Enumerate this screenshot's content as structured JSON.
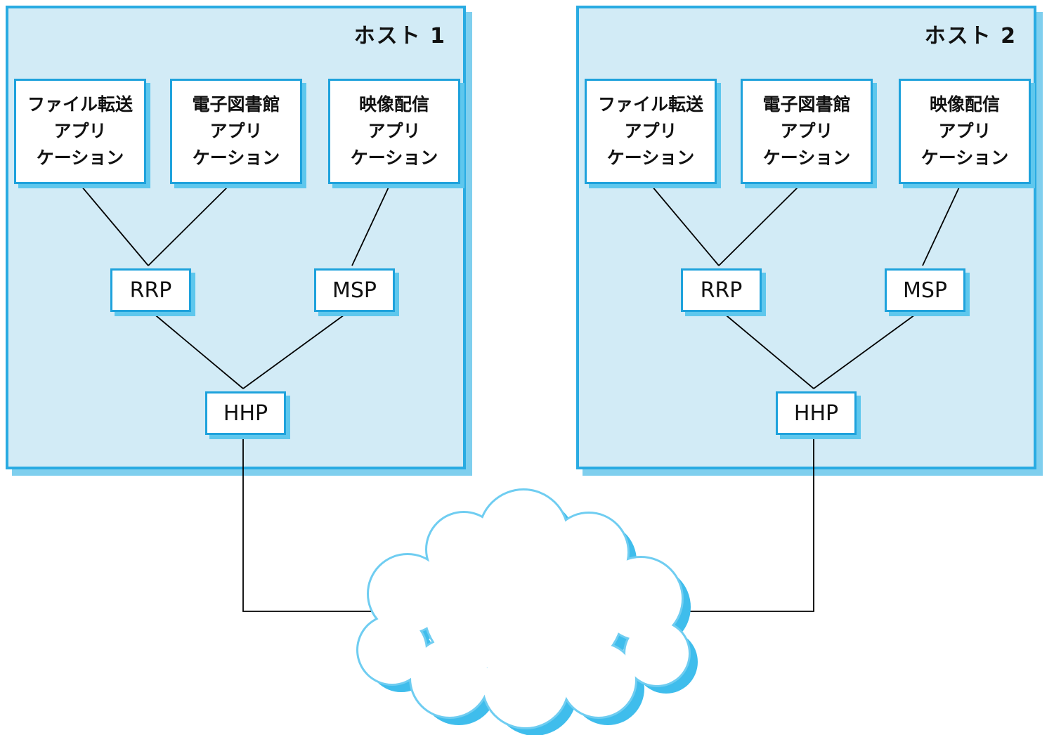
{
  "hosts": [
    {
      "title": "ホスト 1",
      "apps": [
        {
          "lines": [
            "ファイル転送",
            "アプリ",
            "ケーション"
          ]
        },
        {
          "lines": [
            "電子図書館",
            "アプリ",
            "ケーション"
          ]
        },
        {
          "lines": [
            "映像配信",
            "アプリ",
            "ケーション"
          ]
        }
      ],
      "protocols": {
        "rrp": "RRP",
        "msp": "MSP",
        "hhp": "HHP"
      }
    },
    {
      "title": "ホスト 2",
      "apps": [
        {
          "lines": [
            "ファイル転送",
            "アプリ",
            "ケーション"
          ]
        },
        {
          "lines": [
            "電子図書館",
            "アプリ",
            "ケーション"
          ]
        },
        {
          "lines": [
            "映像配信",
            "アプリ",
            "ケーション"
          ]
        }
      ],
      "protocols": {
        "rrp": "RRP",
        "msp": "MSP",
        "hhp": "HHP"
      }
    }
  ],
  "colors": {
    "accent_border": "#29abe2",
    "panel_fill": "#d2ebf6",
    "box_shadow": "#5ec7ed",
    "cloud_stroke": "#6fcdf1",
    "cloud_shadow": "#3fbdec",
    "connector": "#000000"
  }
}
